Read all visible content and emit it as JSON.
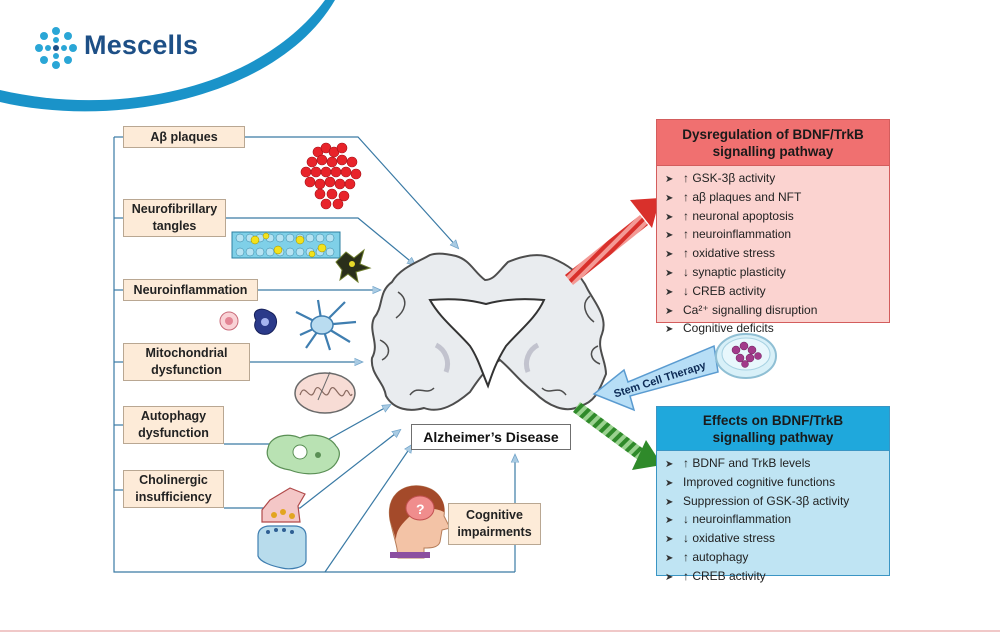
{
  "brand": {
    "name": "Mescells",
    "icon": "cell-cluster-icon",
    "color": "#1d4f86"
  },
  "causes": [
    {
      "id": "ab-plaques",
      "label": "Aβ plaques"
    },
    {
      "id": "neurofibrillary-tangles",
      "label": "Neurofibrillary tangles"
    },
    {
      "id": "neuroinflammation",
      "label": "Neuroinflammation"
    },
    {
      "id": "mitochondrial-dysfunction",
      "label": "Mitochondrial dysfunction"
    },
    {
      "id": "autophagy-dysfunction",
      "label": "Autophagy dysfunction"
    },
    {
      "id": "cholinergic-insufficiency",
      "label": "Cholinergic insufficiency"
    }
  ],
  "center": {
    "label": "Alzheimer’s Disease"
  },
  "cognitive": {
    "label": "Cognitive impairments"
  },
  "therapy": {
    "label": "Stem Cell Therapy"
  },
  "dysregulation": {
    "title": "Dysregulation of BDNF/TrkB signalling pathway",
    "color": "#f07070",
    "items": [
      "↑ GSK-3β activity",
      "↑ aβ plaques and NFT",
      "↑ neuronal apoptosis",
      "↑ neuroinflammation",
      "↑ oxidative stress",
      "↓ synaptic plasticity",
      "↓ CREB activity",
      "Ca²⁺ signalling disruption",
      "Cognitive deficits"
    ]
  },
  "effects": {
    "title": "Effects on BDNF/TrkB signalling pathway",
    "color": "#1fa8dc",
    "items": [
      "↑ BDNF and TrkB levels",
      "Improved cognitive functions",
      "Suppression of GSK-3β activity",
      "↓ neuroinflammation",
      "↓ oxidative stress",
      "↑ autophagy",
      "↑ CREB activity"
    ]
  }
}
